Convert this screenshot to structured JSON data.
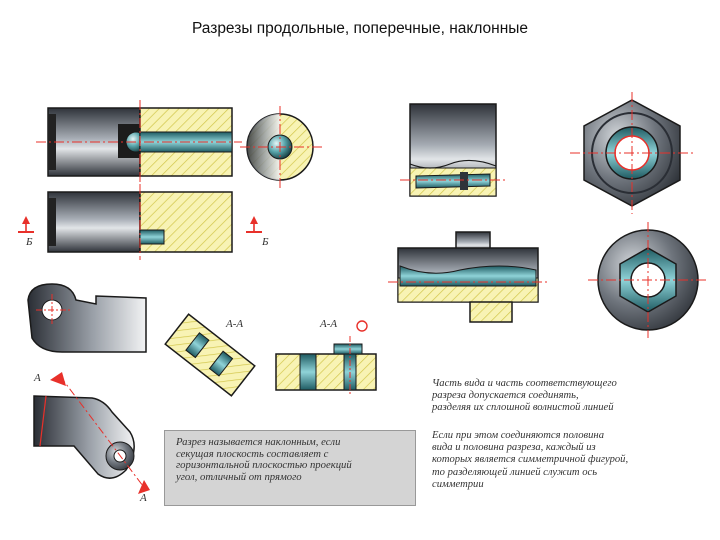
{
  "title": "Разрезы продольные, поперечные, наклонные",
  "labels": {
    "b_left": "Б",
    "b_right": "Б",
    "aa_1": "А-А",
    "aa_2": "А-А",
    "a_top": "А",
    "a_bottom": "А"
  },
  "note_boxed": [
    "Разрез называется наклонным, если",
    "секущая плоскость составляет с",
    "горизонтальной плоскостью проекций",
    "угол, отличный от прямого"
  ],
  "note_right_1": [
    "Часть вида и часть соответствующего",
    "разреза допускается соединять,",
    "разделяя их сплошной волнистой линией"
  ],
  "note_right_2": [
    "Если при этом соединяются половина",
    "вида и половина разреза, каждый из",
    "которых является симметричной фигурой,",
    "то разделяющей линией служит ось",
    "симметрии"
  ],
  "colors": {
    "hatch_fill": "#f8f3b4",
    "hatch_line": "#d2c64a",
    "steel_dark": "#3b3f47",
    "steel_mid": "#8d939c",
    "cavity": "#4fa3a9",
    "axis": "#e8302a",
    "outline": "#1a1a1a"
  }
}
